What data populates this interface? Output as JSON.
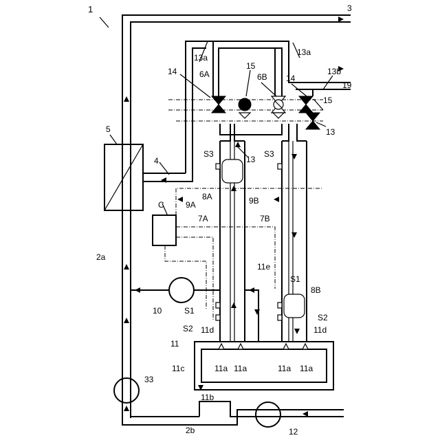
{
  "figure": {
    "system_ref": "1",
    "labels": {
      "l3": "3",
      "l5": "5",
      "l4": "4",
      "lC": "C",
      "l2a": "2a",
      "l2b": "2b",
      "l10": "10",
      "l33": "33",
      "l12": "12",
      "l11": "11",
      "l11b": "11b",
      "l11c": "11c",
      "l11e": "11e",
      "l11d_left": "11d",
      "l11d_right": "11d",
      "l11a_1": "11a",
      "l11a_2": "11a",
      "l11a_3": "11a",
      "l11a_4": "11a",
      "l13a_left": "13a",
      "l13a_right": "13a",
      "l13b": "13b",
      "l19": "19",
      "l13_mid": "13",
      "l13_right": "13",
      "l14_left": "14",
      "l14_right": "14",
      "l15_left": "15",
      "l15_right": "15",
      "l6A": "6A",
      "l6B": "6B",
      "lS3_left": "S3",
      "lS3_right": "S3",
      "l8A": "8A",
      "l8B": "8B",
      "l9A": "9A",
      "l9B": "9B",
      "l7A": "7A",
      "l7B": "7B",
      "lS1_left": "S1",
      "lS1_right": "S1",
      "lS2_left": "S2",
      "lS2_right": "S2"
    }
  }
}
